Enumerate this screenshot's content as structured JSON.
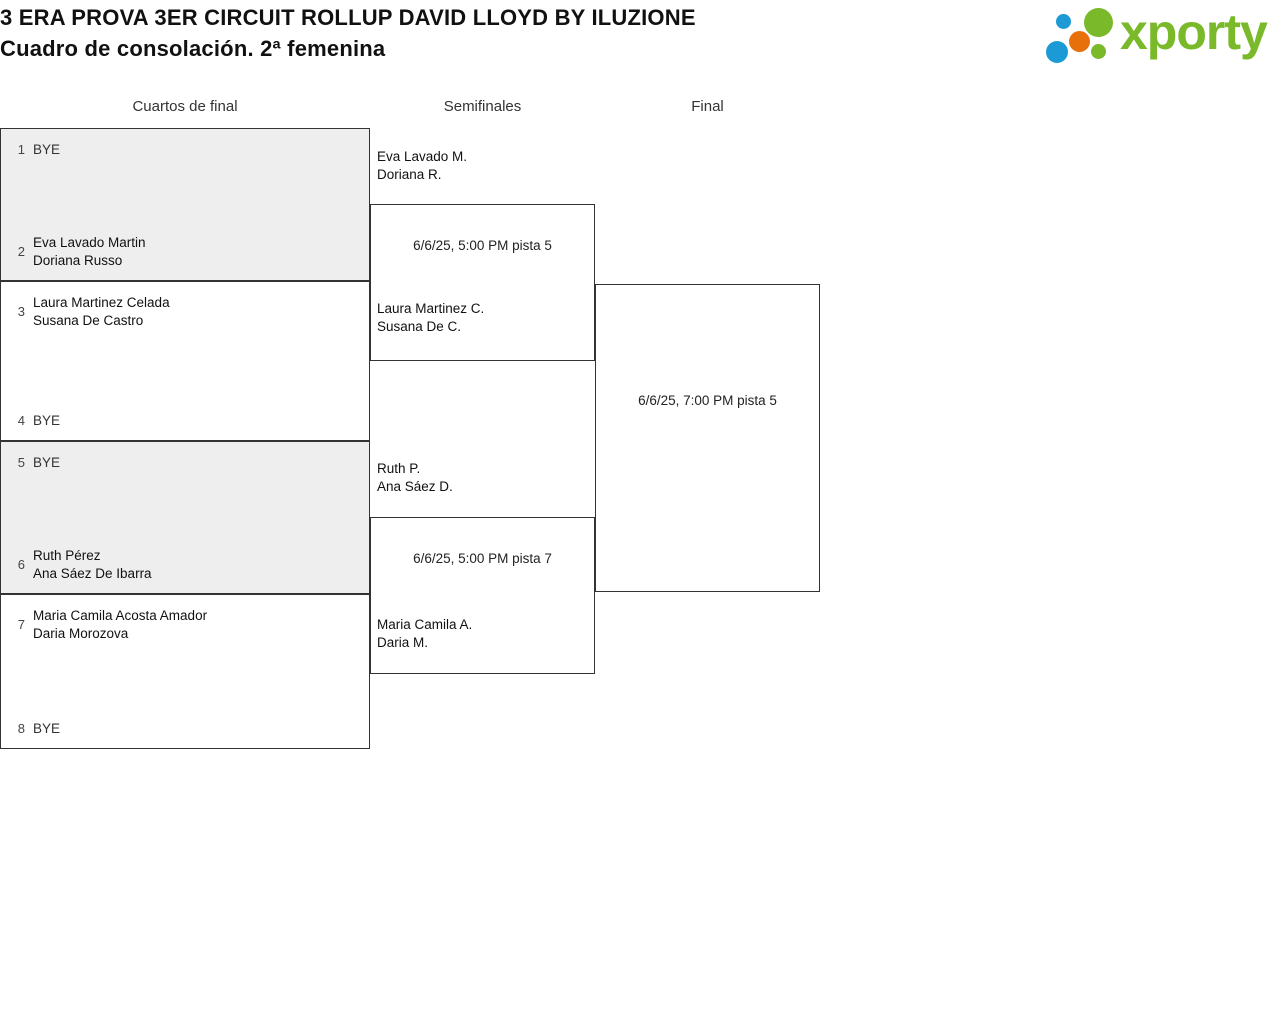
{
  "header": {
    "title_line1": "3 ERA PROVA 3ER CIRCUIT ROLLUP DAVID LLOYD BY ILUZIONE",
    "title_line2": "Cuadro de consolación. 2ª femenina",
    "logo_text": "xporty",
    "logo_colors": {
      "green": "#7ab929",
      "blue": "#1b9ad6",
      "orange": "#e8700a"
    }
  },
  "rounds": {
    "quarterfinals_label": "Cuartos de final",
    "semifinals_label": "Semifinales",
    "final_label": "Final"
  },
  "quarterfinals": [
    {
      "shaded": true,
      "top": {
        "seed": "1",
        "bye": "BYE",
        "players": []
      },
      "bottom": {
        "seed": "2",
        "bye": "",
        "players": [
          "Eva Lavado Martin",
          "Doriana Russo"
        ]
      }
    },
    {
      "shaded": false,
      "top": {
        "seed": "3",
        "bye": "",
        "players": [
          "Laura Martinez Celada",
          "Susana De Castro"
        ]
      },
      "bottom": {
        "seed": "4",
        "bye": "BYE",
        "players": []
      }
    },
    {
      "shaded": true,
      "top": {
        "seed": "5",
        "bye": "BYE",
        "players": []
      },
      "bottom": {
        "seed": "6",
        "bye": "",
        "players": [
          "Ruth Pérez",
          "Ana Sáez De Ibarra"
        ]
      }
    },
    {
      "shaded": false,
      "top": {
        "seed": "7",
        "bye": "",
        "players": [
          "Maria Camila Acosta Amador",
          "Daria Morozova"
        ]
      },
      "bottom": {
        "seed": "8",
        "bye": "BYE",
        "players": []
      }
    }
  ],
  "semifinals": {
    "advancers": [
      {
        "line1": "Eva Lavado M.",
        "line2": "Doriana R."
      },
      {
        "line1": "Laura Martinez C.",
        "line2": "Susana De C."
      },
      {
        "line1": "Ruth P.",
        "line2": "Ana Sáez D."
      },
      {
        "line1": "Maria Camila A.",
        "line2": "Daria M."
      }
    ],
    "matches": [
      {
        "schedule": "6/6/25, 5:00 PM pista 5"
      },
      {
        "schedule": "6/6/25, 5:00 PM pista 7"
      }
    ]
  },
  "final": {
    "schedule": "6/6/25, 7:00 PM pista 5"
  }
}
